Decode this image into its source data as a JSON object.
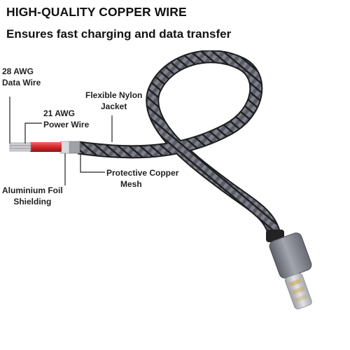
{
  "header": {
    "title": "HIGH-QUALITY COPPER WIRE",
    "subtitle": "Ensures fast charging and data transfer"
  },
  "callouts": {
    "data_wire": [
      "28 AWG",
      "Data Wire"
    ],
    "power_wire": [
      "21 AWG",
      "Power  Wire"
    ],
    "nylon_jacket": [
      "Flexible Nylon",
      "Jacket"
    ],
    "copper_mesh": [
      "Protective Copper",
      "Mesh"
    ],
    "foil_shielding": [
      "Aluminium Foil",
      "Shielding"
    ]
  },
  "colors": {
    "leader_line": "#222222",
    "power_wire_highlight": "#d4272b",
    "braid_dark": "#1d1d1f",
    "braid_light": "#7d7f8a",
    "connector_housing": "#8a8c97",
    "lightning_tip": "#c8c9cc"
  },
  "icons": {
    "cable": "braided-lightning-cable-illustration"
  }
}
